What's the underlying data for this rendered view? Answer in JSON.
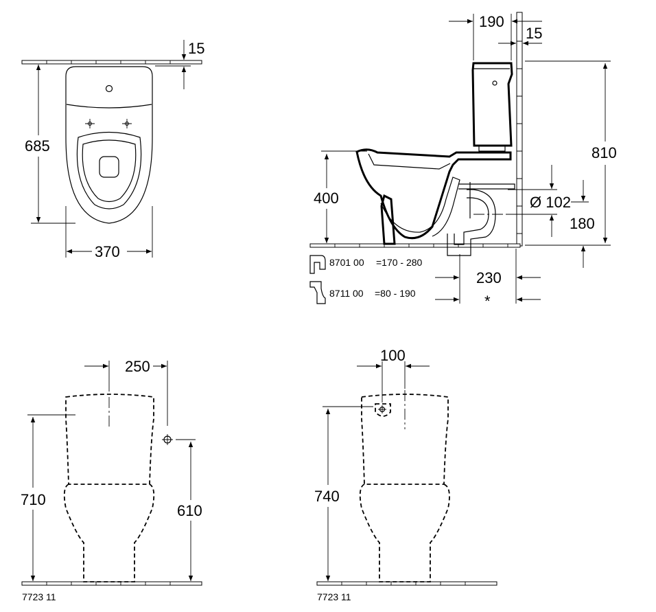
{
  "top_view": {
    "dim_width": "370",
    "dim_depth": "685",
    "dim_gap": "15"
  },
  "side_view": {
    "dim_cistern_depth": "190",
    "dim_wall_gap": "15",
    "dim_total_height": "810",
    "dim_seat_height": "400",
    "dim_outlet_diameter": "Ø 102",
    "dim_outlet_height": "180",
    "dim_outlet_offset": "230",
    "asterisk": "*",
    "adapter_1_code": "8701 00",
    "adapter_1_range": "=170 - 280",
    "adapter_2_code": "8711 00",
    "adapter_2_range": "=80 -  190"
  },
  "front_view_left": {
    "dim_center_offset": "250",
    "dim_height": "710",
    "dim_connection_height": "610",
    "article_number": "7723 11"
  },
  "front_view_right": {
    "dim_center_offset": "100",
    "dim_height": "740",
    "article_number": "7723 11"
  }
}
